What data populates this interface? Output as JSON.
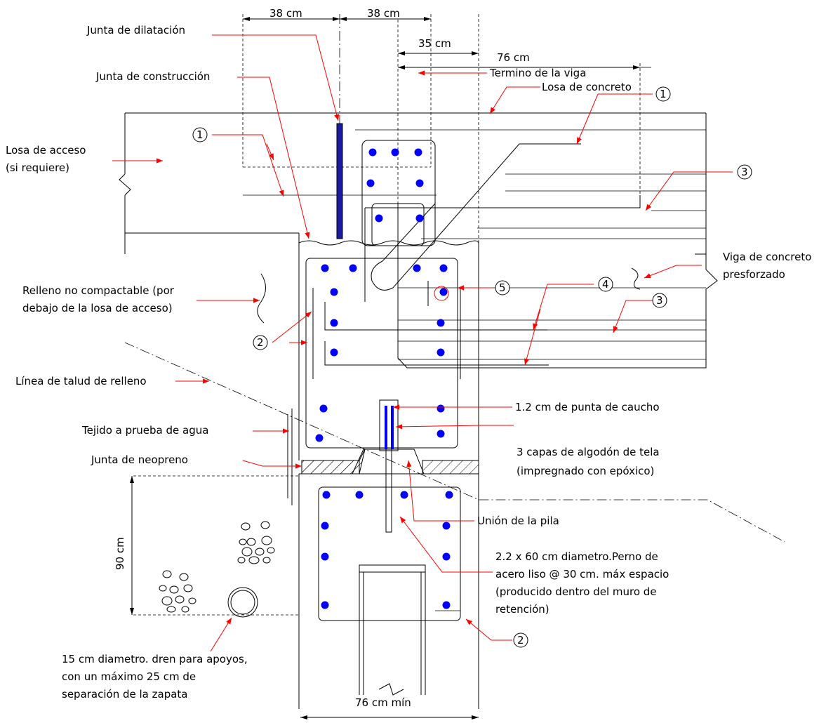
{
  "colors": {
    "leader": "#ff0000",
    "rebar": "#0000ff",
    "line": "#000000",
    "joint": "#1a1aa0"
  },
  "dimensions": {
    "d1": "38 cm",
    "d2": "38 cm",
    "d3": "35 cm",
    "d4": "76 cm",
    "height": "90 cm",
    "base": "76 cm mín"
  },
  "labels": {
    "junta_dilatacion": "Junta de dilatación",
    "junta_construccion": "Junta de construcción",
    "termino_viga": "Termino de la viga",
    "losa_concreto": "Losa de concreto",
    "losa_acceso_1": "Losa de acceso",
    "losa_acceso_2": "(si requiere)",
    "relleno_1": "Relleno no compactable (por",
    "relleno_2": "debajo de la losa de acceso)",
    "viga_1": "Viga de concreto",
    "viga_2": "presforzado",
    "talud": "Línea de talud de relleno",
    "tejido": "Tejido a prueba de agua",
    "neopreno": "Junta de neopreno",
    "punta_caucho": "1.2 cm de punta de caucho",
    "capas_1": "3 capas de algodón de tela",
    "capas_2": "(impregnado con epóxico)",
    "union_pila": "Unión de la pila",
    "perno_1": "2.2 x 60 cm diametro.Perno de",
    "perno_2": "acero liso @ 30 cm. máx espacio",
    "perno_3": "(producido dentro del muro de",
    "perno_4": "retención)",
    "dren_1": "15 cm diametro. dren para apoyos,",
    "dren_2": "con un máximo 25 cm de",
    "dren_3": "separación de la zapata"
  },
  "markers": {
    "m1a": "1",
    "m1b": "1",
    "m2a": "2",
    "m2b": "2",
    "m3a": "3",
    "m3b": "3",
    "m4": "4",
    "m5": "5"
  }
}
